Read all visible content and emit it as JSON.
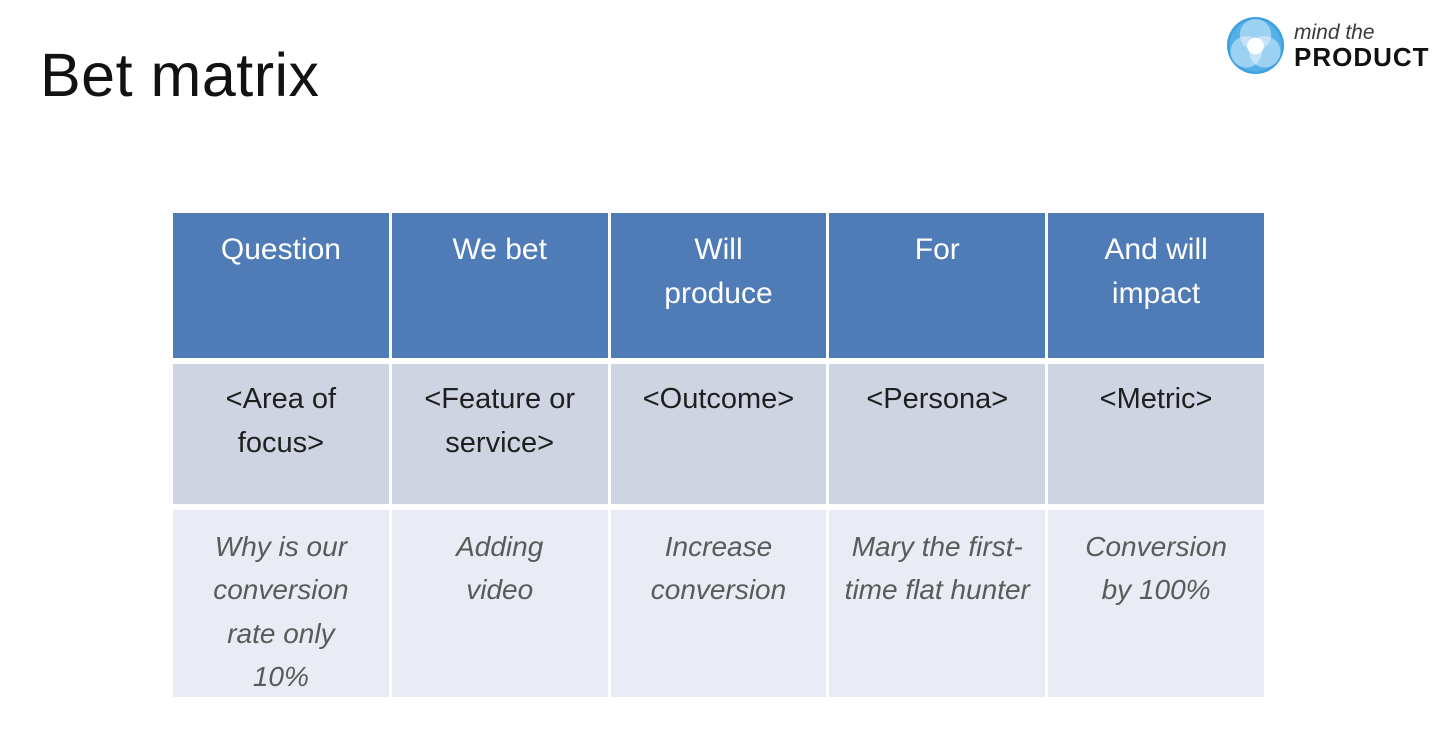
{
  "slide": {
    "title": "Bet matrix"
  },
  "logo": {
    "top_text": "mind the",
    "bottom_text": "PRODUCT",
    "icon": "mind-the-product-circle-icon"
  },
  "table": {
    "columns": [
      "Question",
      "We bet",
      "Will produce",
      "For",
      "And will impact"
    ],
    "rows": [
      {
        "style": "placeholder",
        "cells": [
          "<Area of focus>",
          "<Feature or service>",
          "<Outcome>",
          "<Persona>",
          "<Metric>"
        ]
      },
      {
        "style": "example",
        "cells": [
          "Why is our conversion rate only 10%",
          "Adding video",
          "Increase conversion",
          "Mary the first-time flat hunter",
          "Conversion by 100%"
        ]
      }
    ]
  },
  "colors": {
    "header_bg": "#4f7bb7",
    "header_text": "#ffffff",
    "placeholder_bg": "#ced4e2",
    "placeholder_text": "#1f1f1f",
    "example_bg": "#e9ecf4",
    "example_text": "#5a5a5a",
    "title_text": "#121212",
    "logo_blue": "#45a7e6",
    "background": "#ffffff"
  }
}
